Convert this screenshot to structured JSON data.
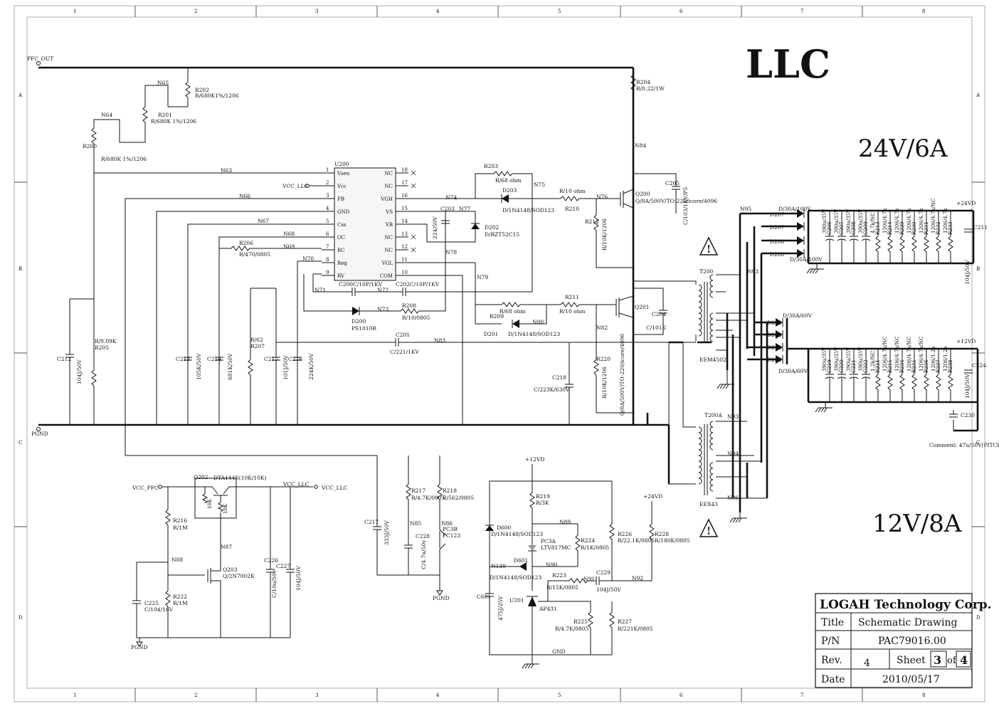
{
  "heading": "LLC",
  "output_24": "24V/6A",
  "output_12": "12V/8A",
  "comment": "Comment: 47u/50V(PITCH 5)",
  "col_markers": [
    "1",
    "2",
    "3",
    "4",
    "5",
    "6",
    "7",
    "8"
  ],
  "row_markers": [
    "A",
    "B",
    "C",
    "D"
  ],
  "nets": {
    "pfc_out": "PFC_OUT",
    "pgnd": "PGND",
    "pgnd2": "PGND",
    "pgnd3": "PGND",
    "vcc_llc": "VCC_LLC",
    "vcc_llc2": "VCC_LLC",
    "vcc_llc3": "VCC_LLC",
    "vcc_pfc": "VCC_PFC",
    "p24vd": "+24VD",
    "p12vd": "+12VD",
    "p12vd_fb": "+12VD",
    "p24vd_fb": "+24VD",
    "gnd": "GND",
    "N63": "N63",
    "N64": "N64",
    "N65": "N65",
    "N66": "N66",
    "N67": "N67",
    "N68": "N68",
    "N69": "N69",
    "N70": "N70",
    "N71": "N71",
    "N72": "N72",
    "N73": "N73",
    "N74": "N74",
    "N75": "N75",
    "N76": "N76",
    "N77": "N77",
    "N78": "N78",
    "N79": "N79",
    "N80": "N80",
    "N82": "N82",
    "N83": "N83",
    "N84": "N84",
    "N85": "N85",
    "N86": "N86",
    "N87": "N87",
    "N88": "N88",
    "N89": "N89",
    "N90": "N90",
    "N91": "N91",
    "N92": "N92",
    "N93a": "N93",
    "N93b": "N93",
    "N94": "N94",
    "N95": "N95",
    "N96": "N96",
    "N130": "N130"
  },
  "ic": {
    "ref": "U200",
    "left_pins": [
      {
        "name": "Vsen",
        "num": "1"
      },
      {
        "name": "Vcc",
        "num": "2"
      },
      {
        "name": "FB",
        "num": "3"
      },
      {
        "name": "GND",
        "num": "4"
      },
      {
        "name": "Css",
        "num": "5"
      },
      {
        "name": "OC",
        "num": "6"
      },
      {
        "name": "RC",
        "num": "7"
      },
      {
        "name": "Reg",
        "num": "8"
      },
      {
        "name": "RV",
        "num": "9"
      }
    ],
    "right_pins": [
      {
        "name": "NC",
        "num": "18"
      },
      {
        "name": "NC",
        "num": "17"
      },
      {
        "name": "VGH",
        "num": "16"
      },
      {
        "name": "VS",
        "num": "15"
      },
      {
        "name": "VB",
        "num": "14"
      },
      {
        "name": "NC",
        "num": "13"
      },
      {
        "name": "NC",
        "num": "12"
      },
      {
        "name": "VGL",
        "num": "11"
      },
      {
        "name": "COM",
        "num": "10"
      }
    ]
  },
  "labels": {
    "R202_ref": "R202",
    "R202_val": "R/680K1%/1206",
    "R201_ref": "R201",
    "R201_val": "R/680K 1%/1206",
    "R200_ref": "R200",
    "R200_val": "R/680K 1%/1206",
    "R204_ref": "R204",
    "R204_val": "R/0.22/1W",
    "R203_ref": "R203",
    "R203_val": "R/68 ohm",
    "D203_ref": "D203",
    "D203_val": "D/1N4148/SOD123",
    "R210_val": "R/10 ohm",
    "R210_ref": "R210",
    "Q200_ref": "Q200",
    "Q200_val": "Q/8A/500V/TO-220/icore/4096",
    "C205_ref": "C205",
    "C205_val": "C/103/1KV/P5",
    "C203_ref": "C203",
    "C203_val": "224/50V",
    "D202_ref": "D202",
    "D202_val": "D/BZT52C15",
    "R212_ref": "R212",
    "R212_val": "R/10K/1206",
    "R206_ref": "R206",
    "R206_val": "R/470/0805",
    "C200_val": "C200C/10P/1KV",
    "C202_val": "C202C/10P/1KV",
    "D200_ref": "D200",
    "D200_val": "PS1010R",
    "R208_ref": "R208",
    "R208_val": "R/10/0805",
    "R209_ref": "R209",
    "R209_val": "R/68 ohm",
    "R211_ref": "R211",
    "R211_val": "R/10 ohm",
    "D201_ref": "D201",
    "D201_val": "D/1N4148/SOD123",
    "Q201_ref": "Q201",
    "Q201_val": "Q/8A/500V/TO-220/icore/4096",
    "C204_ref": "C204",
    "C204_val": "C/101K",
    "C201_ref": "C201",
    "C201_val": "C/221/1KV",
    "C212_ref": "C212",
    "C212_val": "104J/50V",
    "R205_val": "R/9.09K",
    "R205_ref": "R205",
    "C213_ref": "C213",
    "C213_val": "105K/50V",
    "C214_ref": "C214",
    "C214_val": "681K/50V",
    "R207_val": "R/62",
    "R207_ref": "R207",
    "C215_ref": "C215",
    "C215_val": "101J/50V",
    "C216_ref": "C216",
    "C216_val": "224K/50V",
    "C218_ref": "C218",
    "C218_val": "C/223K/630V",
    "R220_ref": "R220",
    "R220_val": "R/10K/1206",
    "T200_ref": "T200",
    "T200_val": "EEM4502",
    "T200A_ref": "T200A",
    "T200A_val": "EEX43",
    "D207_ref": "D207",
    "D207b_ref": "D207",
    "D208_ref": "D208",
    "D208b_ref": "D208",
    "D207_val": "D/30A/100V",
    "D208_val": "D/30A/100V",
    "D204_ref": "D204",
    "D204b_ref": "D204",
    "D205_ref": "D205",
    "D205b_ref": "D205",
    "D204_val": "D/30A/60V",
    "D205_val": "D/30A/60V",
    "C211_ref": "C211",
    "C211_val": "104J/50V",
    "C224_ref": "C224",
    "C224_val": "104J/50V",
    "C230_ref": "C230",
    "Q202_ref": "Q202",
    "Q202_val": "DTA144E(10K/10K)",
    "Q202_r1": "10K",
    "Q202_r2": "10K",
    "R216_ref": "R216",
    "R216_val": "R/1M",
    "R222_ref": "R222",
    "R222_val": "R/1M",
    "C225_ref": "C225",
    "C225_val": "C/104/16V",
    "Q203_ref": "Q203",
    "Q203_val": "Q/2N7002K",
    "C226_ref": "C226",
    "C226_val": "C/10u/50v",
    "C227_ref": "C227",
    "C227_val": "104J/50V",
    "C217_ref": "C217",
    "C217_val": "333J/50V",
    "R217_ref": "R217",
    "R217_val": "R/4.7K/0805",
    "R218_ref": "R218",
    "R218_val": "R/562/0805",
    "C228_ref": "C228",
    "C228_val": "C/4.7u/50v",
    "PC3B_ref": "PC3B",
    "PC3B_val": "PC123",
    "R219_ref": "R219",
    "R219_val": "R/3K",
    "D600_ref": "D600",
    "D600_val": "D/1N4148/SOD123",
    "PC3A_ref": "PC3A",
    "PC3A_val": "LTV817MC",
    "R224_ref": "R224",
    "R224_val": "R/1K/0805",
    "D601_ref": "D601",
    "D601_val": "D/1N4148/SOD123",
    "R223_ref": "R223",
    "R223_val": "R/15K/0805",
    "C229_ref": "C229",
    "C229_val": "104J/50V",
    "C601_ref": "C601",
    "C601_val": "475J/25V",
    "U201_ref": "U201",
    "U201_val": "AP431",
    "R225_ref": "R225",
    "R225_val": "R/4.7K/0805",
    "R227_ref": "R227",
    "R227_val": "R/221K/0805",
    "R226_ref": "R226",
    "R226_val": "R/22.1K/0805",
    "R228_ref": "R228",
    "R228_val": "R/180K/0805"
  },
  "bank24": [
    {
      "ref": "C206",
      "val": "390u/35V"
    },
    {
      "ref": "C207",
      "val": "390u/35V"
    },
    {
      "ref": "C208",
      "val": "390u/35V"
    },
    {
      "ref": "C209",
      "val": "390u/35V"
    },
    {
      "ref": "R213",
      "val": "4.7k/NC"
    },
    {
      "ref": "R214",
      "val": "1206/4.7k"
    },
    {
      "ref": "R229",
      "val": "1206/4.7k"
    },
    {
      "ref": "R230",
      "val": "1206/4.7k"
    },
    {
      "ref": "R231",
      "val": "1206/4.7k"
    },
    {
      "ref": "R232",
      "val": "1206/4.7k/NC"
    },
    {
      "ref": "R233",
      "val": "1206/4.7k"
    }
  ],
  "bank12": [
    {
      "ref": "C219",
      "val": "390u/35V"
    },
    {
      "ref": "C220",
      "val": "390u/35V"
    },
    {
      "ref": "C221",
      "val": "390u/35V"
    },
    {
      "ref": "C222",
      "val": "390u/35V"
    },
    {
      "ref": "R221",
      "val": "1.2k/NC"
    },
    {
      "ref": "R215",
      "val": "1206/4.7k/NC"
    },
    {
      "ref": "R234",
      "val": "1206/4.7k/NC"
    },
    {
      "ref": "R235",
      "val": "1206/4.7k/NC"
    },
    {
      "ref": "R236",
      "val": "1206/4.7k/NC"
    },
    {
      "ref": "R237",
      "val": "1206/1.2k"
    },
    {
      "ref": "R238",
      "val": "1206/1.2k"
    }
  ],
  "title_block": {
    "company": "LOGAH Technology Corp.",
    "title_label": "Title",
    "title_value": "Schematic Drawing",
    "pn_label": "P/N",
    "pn_value": "PAC79016.00",
    "rev_label": "Rev.",
    "rev_value": "4",
    "sheet_label": "Sheet",
    "sheet_num": "3",
    "of_label": "of",
    "sheet_total": "4",
    "date_label": "Date",
    "date_value": "2010/05/17"
  }
}
